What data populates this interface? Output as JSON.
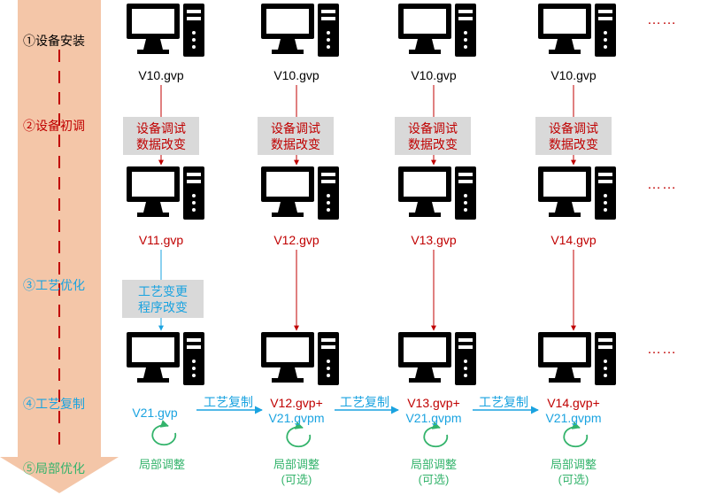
{
  "colors": {
    "stage_arrow": "#f4c6a8",
    "dashed_line": "#c00000",
    "device": "#000000",
    "dark_red": "#c00000",
    "cyan": "#1aa3e0",
    "green": "#33b36b",
    "gray_box": "#d9d9d9",
    "text_dark": "#000000"
  },
  "stages": {
    "s1": "①设备安装",
    "s2": "②设备初调",
    "s3": "③工艺优化",
    "s4": "④工艺复制",
    "s5": "⑤局部优化"
  },
  "ellipsis": "……",
  "device_icon": "desktop-computer-icon",
  "row1": {
    "files": [
      "V10.gvp",
      "V10.gvp",
      "V10.gvp",
      "V10.gvp"
    ]
  },
  "debug_box": {
    "line1": "设备调试",
    "line2": "数据改变"
  },
  "row2": {
    "files": [
      "V11.gvp",
      "V12.gvp",
      "V13.gvp",
      "V14.gvp"
    ]
  },
  "process_box": {
    "line1": "工艺变更",
    "line2": "程序改变"
  },
  "row3": {
    "col1_file": "V21.gvp",
    "merged": [
      {
        "line1": "V12.gvp+",
        "line2": "V21.gvpm"
      },
      {
        "line1": "V13.gvp+",
        "line2": "V21.gvpm"
      },
      {
        "line1": "V14.gvp+",
        "line2": "V21.gvpm"
      }
    ],
    "copy_label": "工艺复制"
  },
  "local_adjust": "局部调整",
  "optional": "(可选)"
}
